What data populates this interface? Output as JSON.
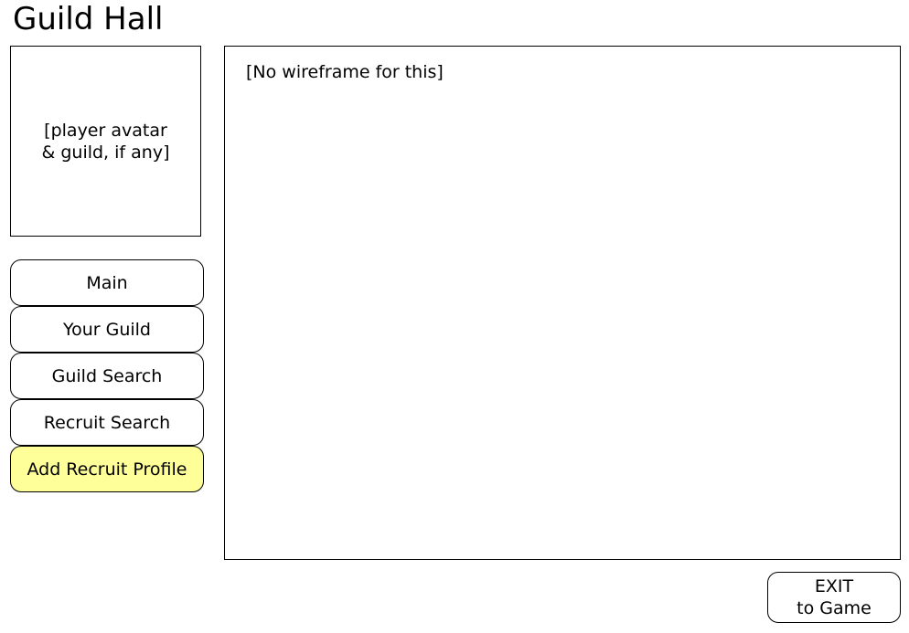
{
  "header": {
    "title": "Guild Hall"
  },
  "sidebar": {
    "avatar_placeholder": "[player avatar\n& guild, if any]",
    "nav": [
      {
        "label": "Main",
        "active": false
      },
      {
        "label": "Your Guild",
        "active": false
      },
      {
        "label": "Guild Search",
        "active": false
      },
      {
        "label": "Recruit Search",
        "active": false
      },
      {
        "label": "Add Recruit Profile",
        "active": true
      }
    ]
  },
  "main": {
    "placeholder_text": "[No wireframe for this]"
  },
  "footer": {
    "exit_line1": "EXIT",
    "exit_line2": "to Game"
  },
  "colors": {
    "active_nav_bg": "#ffff99",
    "border": "#000000",
    "background": "#ffffff"
  }
}
